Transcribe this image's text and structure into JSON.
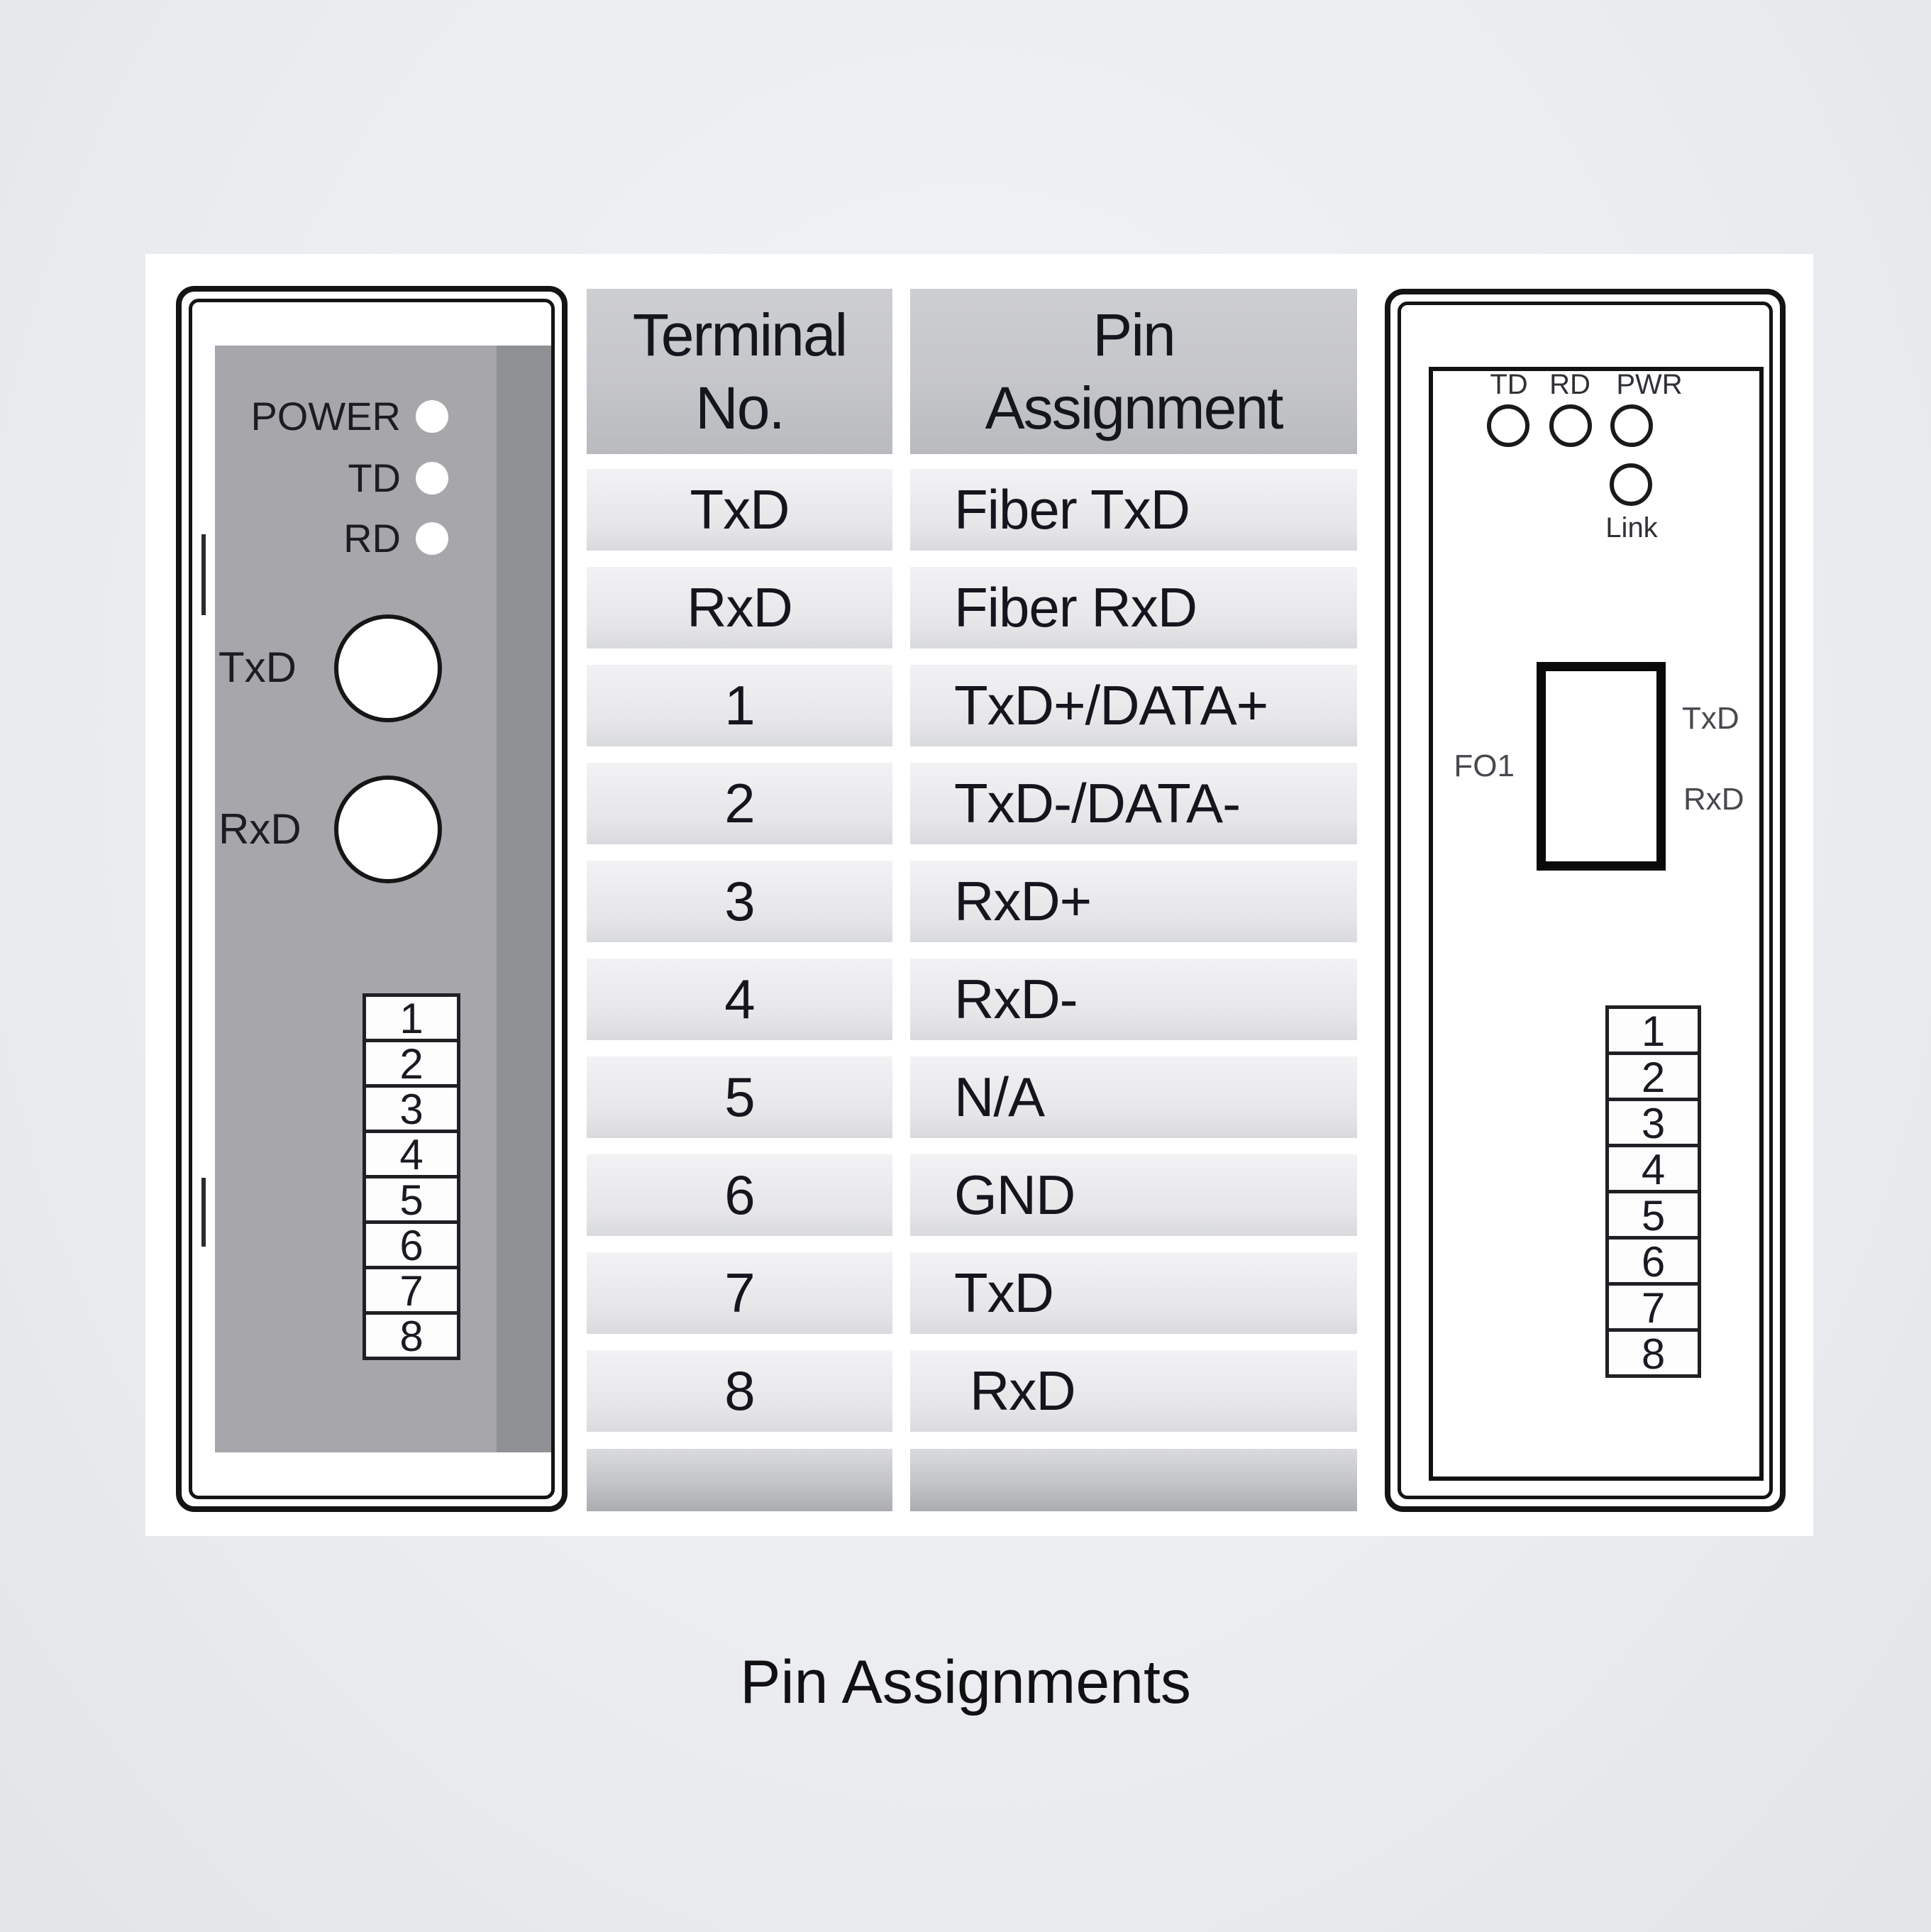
{
  "caption": "Pin Assignments",
  "left_device": {
    "leds": [
      {
        "label": "POWER"
      },
      {
        "label": "TD"
      },
      {
        "label": "RD"
      }
    ],
    "ports": [
      {
        "label": "TxD"
      },
      {
        "label": "RxD"
      }
    ],
    "terminal_numbers": [
      "1",
      "2",
      "3",
      "4",
      "5",
      "6",
      "7",
      "8"
    ]
  },
  "table": {
    "header": {
      "col1_lines": [
        "Terminal",
        "No."
      ],
      "col2_lines": [
        "Pin",
        "Assignment"
      ]
    },
    "rows": [
      {
        "terminal": "TxD",
        "assignment": "Fiber TxD"
      },
      {
        "terminal": "RxD",
        "assignment": "Fiber RxD"
      },
      {
        "terminal": "1",
        "assignment": "TxD+/DATA+"
      },
      {
        "terminal": "2",
        "assignment": "TxD-/DATA-"
      },
      {
        "terminal": "3",
        "assignment": "RxD+"
      },
      {
        "terminal": "4",
        "assignment": "RxD-"
      },
      {
        "terminal": "5",
        "assignment": "N/A"
      },
      {
        "terminal": "6",
        "assignment": "GND"
      },
      {
        "terminal": "7",
        "assignment": "TxD"
      },
      {
        "terminal": "8",
        "assignment": "RxD"
      }
    ]
  },
  "right_device": {
    "led_labels": [
      "TD",
      "RD",
      "PWR"
    ],
    "link_label": "Link",
    "fiber_port_label": "FO1",
    "fiber_tx_label": "TxD",
    "fiber_rx_label": "RxD",
    "terminal_numbers": [
      "1",
      "2",
      "3",
      "4",
      "5",
      "6",
      "7",
      "8"
    ]
  },
  "colors": {
    "panel_gray": "#a7a7ab",
    "panel_gray_dark": "#8f9094",
    "table_header_gray": "#c5c6ca",
    "table_row_gray": "#e6e6e9",
    "line_black": "#141414",
    "table_text": "#15151d"
  }
}
